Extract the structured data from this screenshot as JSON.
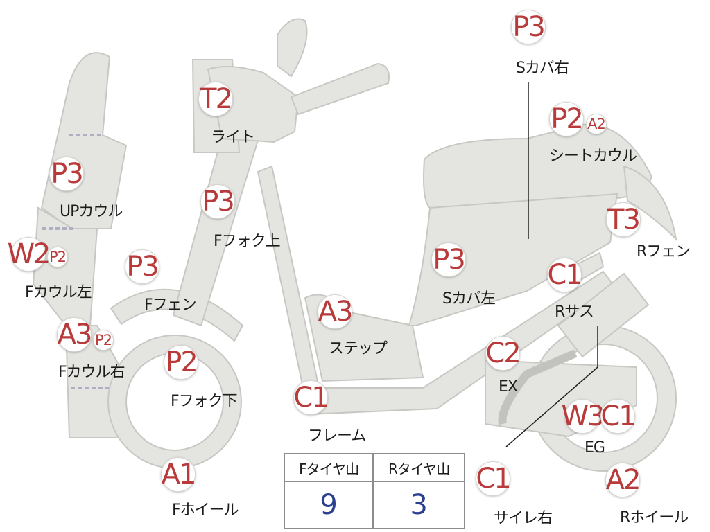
{
  "labels": {
    "t2_light": "ライト",
    "p3_fork_upper": "Fフォク上",
    "p3_up_cowl": "UPカウル",
    "w2_f_cowl_left": "Fカウル左",
    "p3_f_fender": "Fフェン",
    "a3_f_cowl_right": "Fカウル右",
    "p2_f_fork_lower": "Fフォク下",
    "a1_f_wheel": "Fホイール",
    "a3_step": "ステップ",
    "c1_frame": "フレーム",
    "p3_s_cover_left": "Sカバ左",
    "p3_s_cover_right": "Sカバ右",
    "p2a2_seat_cowl": "シートカウル",
    "t3_r_fender": "Rフェン",
    "c1_r_sus": "Rサス",
    "c2_ex": "EX",
    "w3c1_eg": "EG",
    "a2_r_wheel": "Rホイール",
    "c1_silencer_right": "サイレ右"
  },
  "badges": {
    "b_t2_light": "T2",
    "b_p3_fork_upper": "P3",
    "b_p3_up_cowl": "P3",
    "b_w2_f_cowl_left": "W2",
    "b_p2_f_cowl_left": "P2",
    "b_p3_f_fender": "P3",
    "b_a3_f_cowl_right": "A3",
    "b_p2_f_cowl_right": "P2",
    "b_p2_f_fork_lower": "P2",
    "b_a1_f_wheel": "A1",
    "b_a3_step": "A3",
    "b_c1_frame": "C1",
    "b_p3_s_cover_left": "P3",
    "b_p3_s_cover_right": "P3",
    "b_p2_seat_cowl": "P2",
    "b_a2_seat_cowl": "A2",
    "b_t3_r_fender": "T3",
    "b_c1_r_sus": "C1",
    "b_c2_ex": "C2",
    "b_w3_eg": "W3",
    "b_c1_eg": "C1",
    "b_a2_r_wheel": "A2",
    "b_c1_silencer_right": "C1"
  },
  "tire_table": {
    "front_header": "Fタイヤ山",
    "rear_header": "Rタイヤ山",
    "front_value": "9",
    "rear_value": "3"
  },
  "colors": {
    "badge_text": "#b83a3a",
    "table_value": "#2b3f8f",
    "part_fill": "#e4e4e1"
  }
}
